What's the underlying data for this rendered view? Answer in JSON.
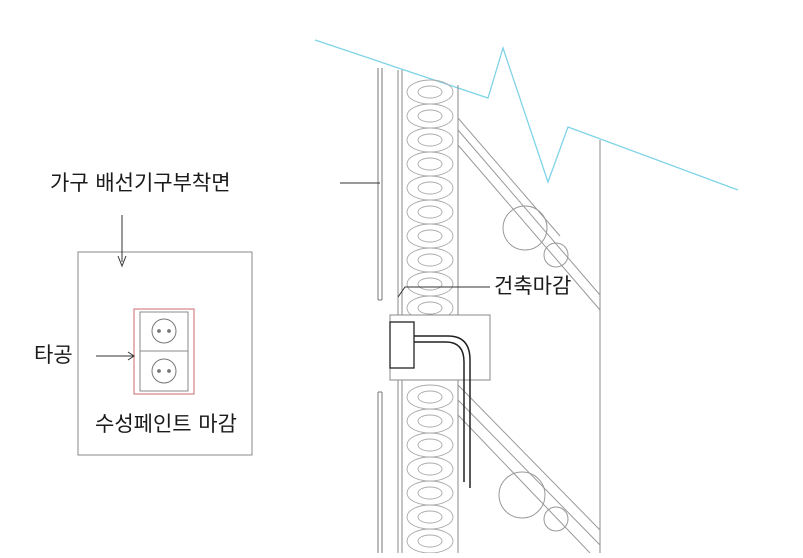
{
  "labels": {
    "furniture_wiring_face": "가구 배선기구부착면",
    "building_finish": "건축마감",
    "perforation": "타공",
    "water_paint_finish": "수성페인트 마감"
  },
  "colors": {
    "break_line": "#7fd3e6",
    "outlet_outline": "#d98c8c",
    "line": "#888888",
    "dark_line": "#222222",
    "text": "#1a1a1a"
  }
}
